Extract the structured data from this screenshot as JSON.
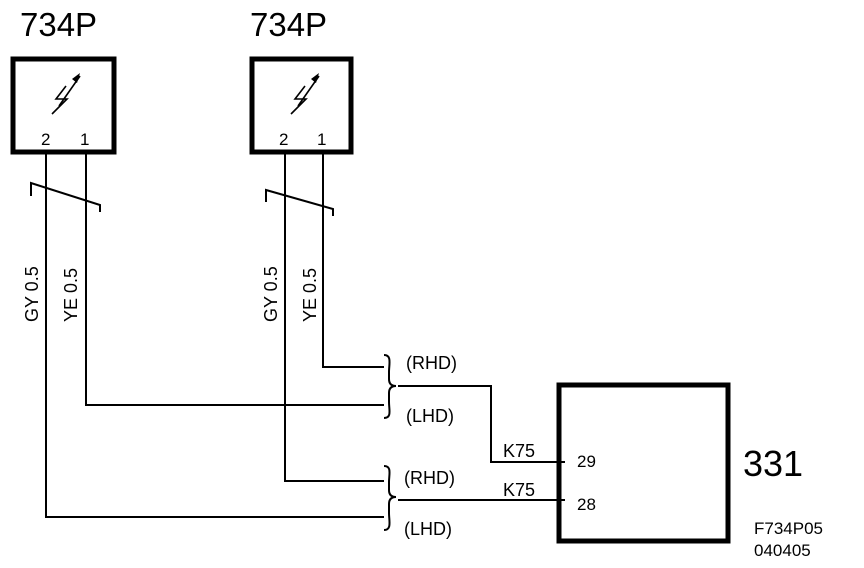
{
  "components": {
    "left_sensor": {
      "label": "734P",
      "pin_a": "2",
      "pin_b": "1"
    },
    "right_sensor": {
      "label": "734P",
      "pin_a": "2",
      "pin_b": "1"
    },
    "control_unit": {
      "label": "331",
      "pin_29": "29",
      "pin_28": "28"
    }
  },
  "wires": {
    "left_gy": "GY 0.5",
    "left_ye": "YE 0.5",
    "right_gy": "GY 0.5",
    "right_ye": "YE 0.5"
  },
  "variants": {
    "rhd_top": "(RHD)",
    "lhd_top": "(LHD)",
    "rhd_bottom": "(RHD)",
    "lhd_bottom": "(LHD)"
  },
  "connectors": {
    "k75_top": "K75",
    "k75_bottom": "K75"
  },
  "figure": {
    "code": "F734P05",
    "date": "040405"
  }
}
